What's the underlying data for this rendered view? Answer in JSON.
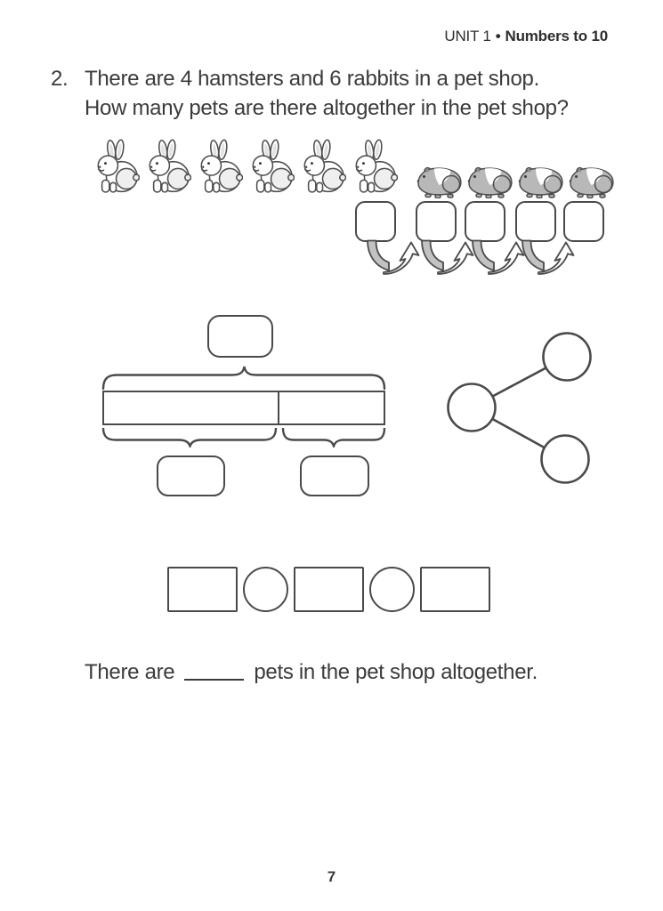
{
  "header": {
    "unit_label": "UNIT 1",
    "separator": "•",
    "section_title": "Numbers to 10"
  },
  "question": {
    "number": "2.",
    "line1": "There are 4 hamsters and 6 rabbits in a pet shop.",
    "line2": "How many pets are there altogether in the pet shop?"
  },
  "illustration": {
    "rabbit_count": 6,
    "hamster_count": 4,
    "rabbit_icon": "rabbit-icon",
    "hamster_icon": "hamster-icon",
    "count_on_box_count": 5,
    "count_on_arrow_count": 4,
    "arrow_icon": "count-on-arrow-icon"
  },
  "equation_frame": {
    "slots": [
      "rect",
      "circle",
      "rect",
      "circle",
      "rect"
    ]
  },
  "answer_sentence": {
    "before_blank": "There are",
    "after_blank": "pets in the pet shop altogether."
  },
  "footer": {
    "page_number": "7"
  },
  "colors": {
    "ink": "#4a4a4a",
    "text": "#3b3b3b",
    "arrow_fill": "#c2c2c2",
    "hamster_body": "#b8b8b8",
    "shade": "#ededed"
  }
}
